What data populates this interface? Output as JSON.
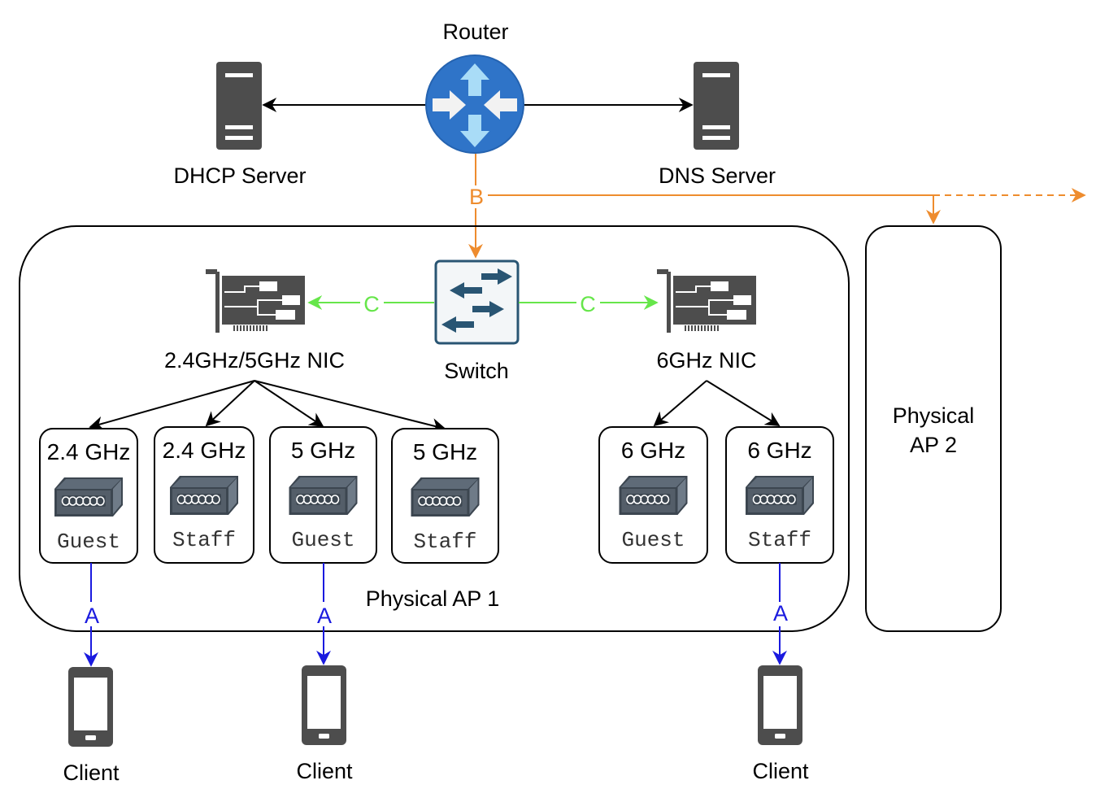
{
  "nodes": {
    "router": {
      "label": "Router"
    },
    "dhcp": {
      "label": "DHCP Server"
    },
    "dns": {
      "label": "DNS Server"
    },
    "switch": {
      "label": "Switch"
    },
    "nic_left": {
      "label": "2.4GHz/5GHz NIC"
    },
    "nic_right": {
      "label": "6GHz NIC"
    },
    "ap1": {
      "label": "Physical AP 1"
    },
    "ap2": {
      "label_line1": "Physical",
      "label_line2": "AP 2"
    }
  },
  "radios": [
    {
      "band": "2.4 GHz",
      "ssid": "Guest"
    },
    {
      "band": "2.4 GHz",
      "ssid": "Staff"
    },
    {
      "band": "5 GHz",
      "ssid": "Guest"
    },
    {
      "band": "5 GHz",
      "ssid": "Staff"
    },
    {
      "band": "6 GHz",
      "ssid": "Guest"
    },
    {
      "band": "6 GHz",
      "ssid": "Staff"
    }
  ],
  "clients": [
    {
      "label": "Client"
    },
    {
      "label": "Client"
    },
    {
      "label": "Client"
    }
  ],
  "edge_labels": {
    "a": "A",
    "b": "B",
    "c": "C"
  },
  "colors": {
    "link_a": "#1a1adf",
    "link_b": "#ee8c2e",
    "link_c": "#66e64a",
    "device_dark": "#4d4d4d",
    "router_blue": "#2f74c8",
    "router_arrow_light": "#a9dcf7",
    "switch_blue": "#295573",
    "radio_body": "#545e69"
  }
}
